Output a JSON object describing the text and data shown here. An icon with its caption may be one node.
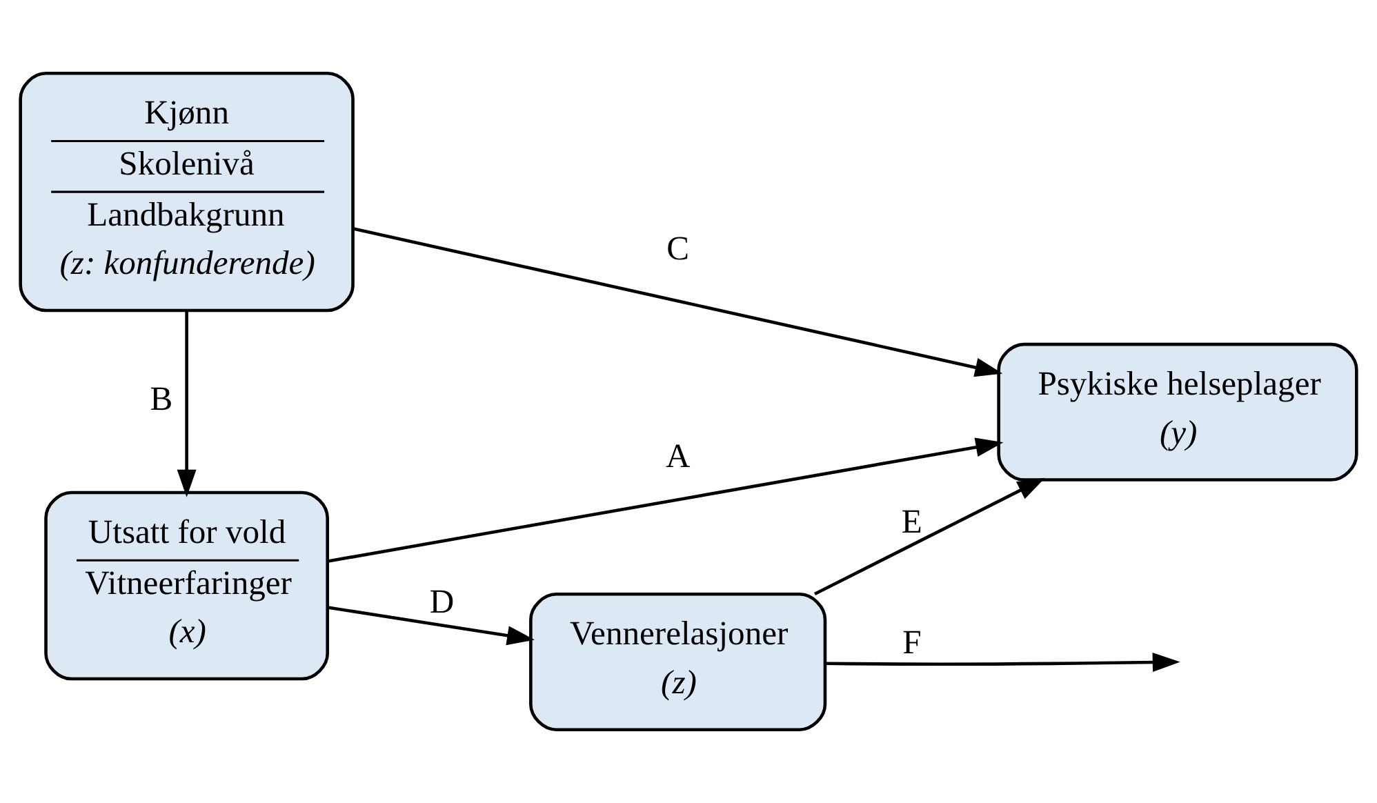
{
  "diagram": {
    "nodes": [
      {
        "text": [
          "Vennerelasjoner",
          "(z)"
        ]
      },
      {
        "text": [
          "Utsatt for vold",
          "Vitneerfaringer",
          "(x)"
        ]
      },
      {
        "text": [
          "Psykiske helseplager",
          "(y)"
        ]
      },
      {
        "text": [
          "Kjønn",
          "Skolenivå",
          "Landbakgrunn",
          "(z: konfunderende)"
        ]
      }
    ],
    "edges": [
      {
        "from": 1,
        "to": 0,
        "arrow": "to",
        "label": "D"
      },
      {
        "from": 0,
        "to": 2,
        "arrow": "to",
        "label": "E"
      },
      {
        "from": 0,
        "to": null,
        "arrow": "to",
        "label": "F"
      },
      {
        "from": 1,
        "to": 2,
        "arrow": "to",
        "label": "A"
      },
      {
        "from": 3,
        "to": 1,
        "arrow": "to",
        "label": "B"
      },
      {
        "from": 3,
        "to": 2,
        "arrow": "to",
        "label": "C"
      }
    ]
  }
}
